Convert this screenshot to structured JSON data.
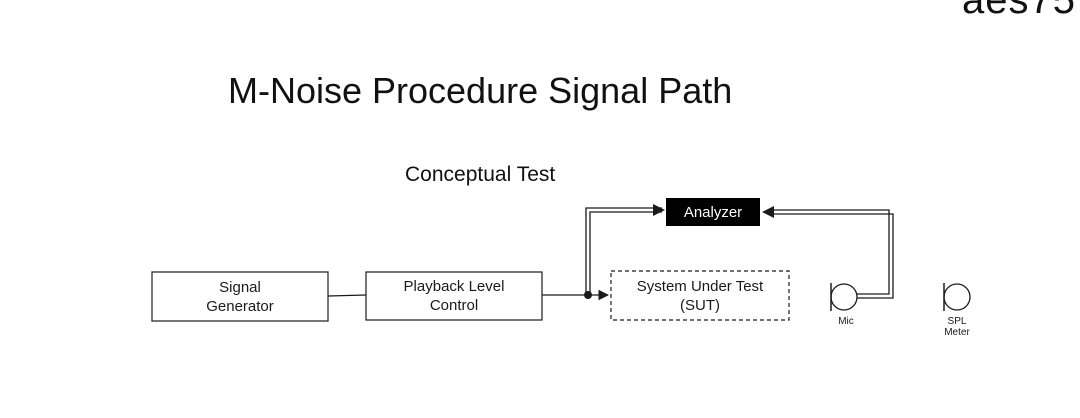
{
  "corner_text": "aes75",
  "title": "M-Noise Procedure Signal Path",
  "subtitle": "Conceptual Test",
  "blocks": {
    "signal_generator": "Signal\nGenerator",
    "playback_level_control": "Playback Level\nControl",
    "system_under_test": "System Under Test\n(SUT)",
    "analyzer": "Analyzer"
  },
  "devices": {
    "mic": "Mic",
    "spl_meter": "SPL\nMeter"
  },
  "colors": {
    "line": "#1a1a1a",
    "analyzer_fill": "#000000",
    "analyzer_text": "#ffffff",
    "background": "#ffffff"
  }
}
